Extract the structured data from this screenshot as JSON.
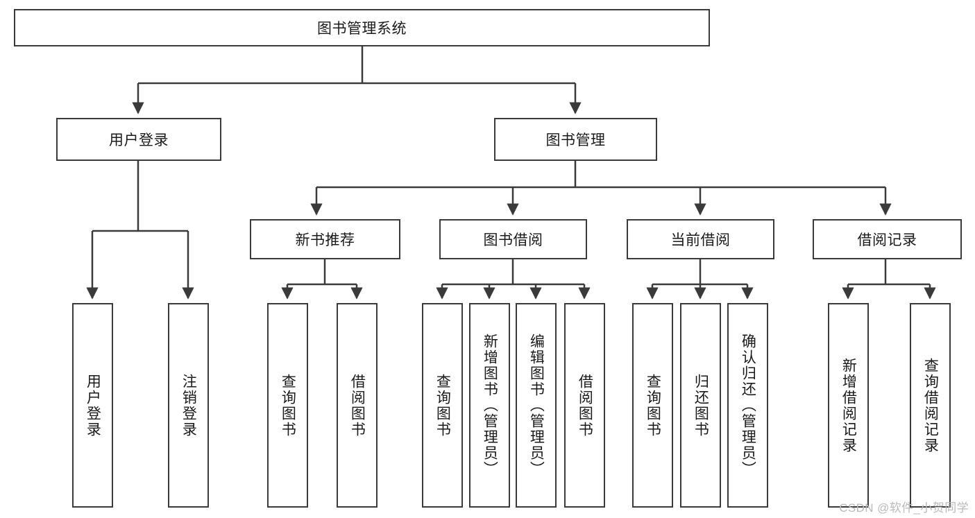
{
  "diagram": {
    "type": "hierarchy-tree",
    "title": "图书管理系统",
    "watermark": "CSDN @软件_小贺同学",
    "colors": {
      "box_border": "#3a3a3a",
      "connector": "#3a3a3a",
      "background": "#ffffff",
      "text": "#1a1a1a",
      "watermark": "#b9b9b9"
    },
    "root": {
      "label": "图书管理系统"
    },
    "level2": [
      {
        "key": "user_login",
        "label": "用户登录"
      },
      {
        "key": "book_manage",
        "label": "图书管理"
      }
    ],
    "level3": [
      {
        "key": "new_book_rec",
        "label": "新书推荐",
        "parent": "book_manage"
      },
      {
        "key": "book_borrow",
        "label": "图书借阅",
        "parent": "book_manage"
      },
      {
        "key": "current_borrow",
        "label": "当前借阅",
        "parent": "book_manage"
      },
      {
        "key": "borrow_record",
        "label": "借阅记录",
        "parent": "book_manage"
      }
    ],
    "leaves": {
      "user_login": [
        {
          "label": "用户登录"
        },
        {
          "label": "注销登录"
        }
      ],
      "new_book_rec": [
        {
          "label": "查询图书"
        },
        {
          "label": "借阅图书"
        }
      ],
      "book_borrow": [
        {
          "label": "查询图书"
        },
        {
          "label": "新增图书（管理员）"
        },
        {
          "label": "编辑图书（管理员）"
        },
        {
          "label": "借阅图书"
        }
      ],
      "current_borrow": [
        {
          "label": "查询图书"
        },
        {
          "label": "归还图书"
        },
        {
          "label": "确认归还（管理员）"
        }
      ],
      "borrow_record": [
        {
          "label": "新增借阅记录"
        },
        {
          "label": "查询借阅记录"
        }
      ]
    }
  }
}
